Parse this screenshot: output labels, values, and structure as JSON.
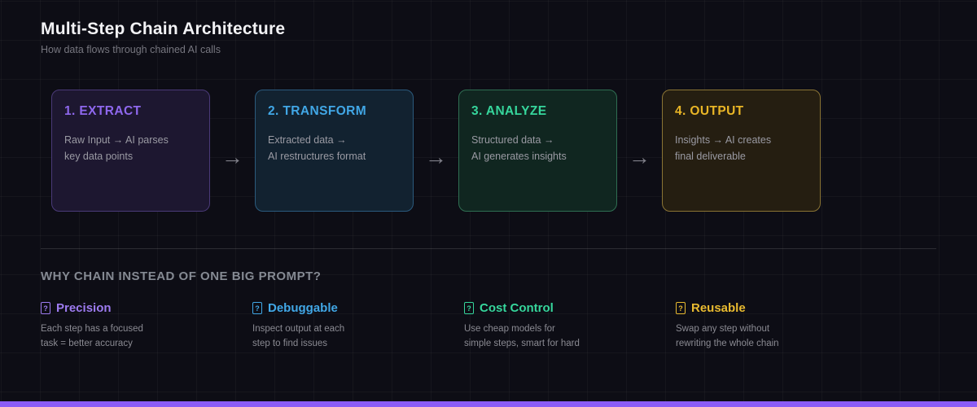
{
  "header": {
    "title": "Multi-Step Chain Architecture",
    "subtitle": "How data flows through chained AI calls"
  },
  "chain": {
    "arrow_glyph": "→",
    "steps": [
      {
        "title": "1. EXTRACT",
        "line1": "Raw Input → AI parses",
        "line2": "key data points",
        "accent": "#8f68ee",
        "bg": "#1d1730",
        "border": "#4a3a78"
      },
      {
        "title": "2. TRANSFORM",
        "line1": "Extracted data →",
        "line2": "AI restructures format",
        "accent": "#41a7e6",
        "bg": "#122230",
        "border": "#2b5a7d"
      },
      {
        "title": "3. ANALYZE",
        "line1": "Structured data →",
        "line2": "AI generates insights",
        "accent": "#36d69c",
        "bg": "#102620",
        "border": "#2f6e52"
      },
      {
        "title": "4. OUTPUT",
        "line1": "Insights → AI creates",
        "line2": "final deliverable",
        "accent": "#eab626",
        "bg": "#251e11",
        "border": "#8a7434"
      }
    ]
  },
  "benefits": {
    "heading": "WHY CHAIN INSTEAD OF ONE BIG PROMPT?",
    "glyph_fallback": "?",
    "items": [
      {
        "label": "Precision",
        "line1": "Each step has a focused",
        "line2": "task = better accuracy",
        "accent": "#9d7bf0"
      },
      {
        "label": "Debuggable",
        "line1": "Inspect output at each",
        "line2": "step to find issues",
        "accent": "#41a7e6"
      },
      {
        "label": "Cost Control",
        "line1": "Use cheap models for",
        "line2": "simple steps, smart for hard",
        "accent": "#36d69c"
      },
      {
        "label": "Reusable",
        "line1": "Swap any step without",
        "line2": "rewriting the whole chain",
        "accent": "#e8ba30"
      }
    ]
  },
  "footer": {
    "bar_color": "#8b5cf6"
  }
}
